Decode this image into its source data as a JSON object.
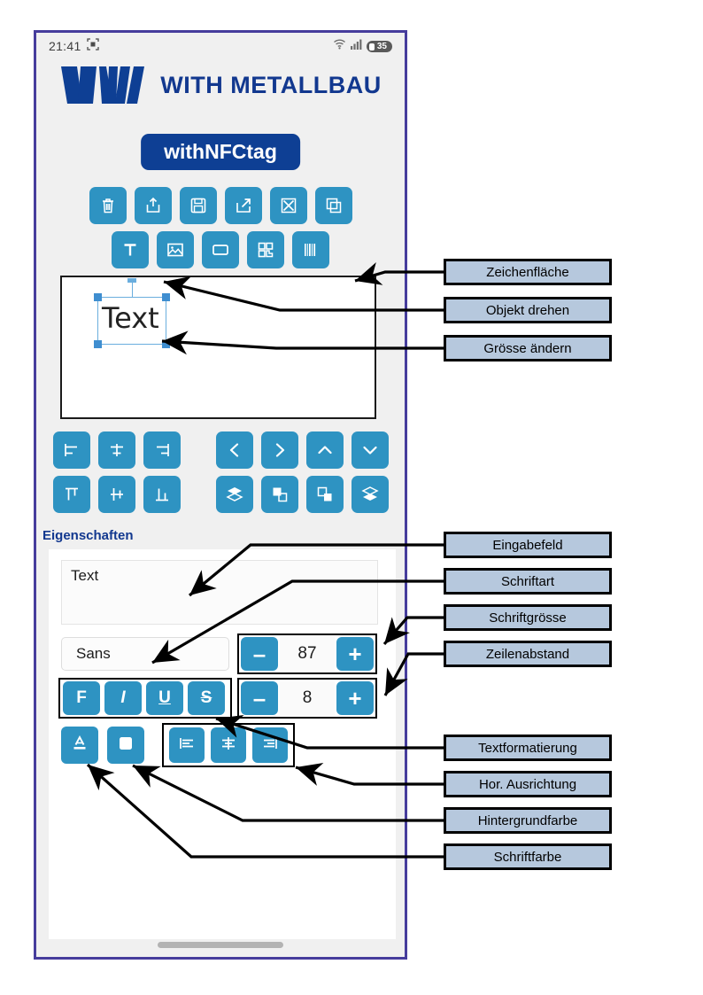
{
  "phone": {
    "status_bar": {
      "time": "21:41",
      "screenshot_icon": "screenshot-icon",
      "wifi_icon": "wifi-icon",
      "signal_icon": "signal-bars-icon",
      "battery_level": "35"
    },
    "home_indicator": "home-indicator"
  },
  "brand": {
    "logo_mark": "wm-logo-icon",
    "logo_text": "WITH METALLBAU",
    "logo_color": "#12388f"
  },
  "app": {
    "title": "withNFCtag",
    "title_bg": "#0e3f94",
    "accent": "#2e93c2"
  },
  "toolbar_rows": [
    {
      "name": "file-toolbar",
      "buttons": [
        {
          "name": "delete-button",
          "icon": "trash-icon"
        },
        {
          "name": "upload-button",
          "icon": "upload-icon"
        },
        {
          "name": "save-button",
          "icon": "floppy-disk-icon"
        },
        {
          "name": "send-button",
          "icon": "arrow-out-box-icon"
        },
        {
          "name": "clear-button",
          "icon": "x-box-icon"
        },
        {
          "name": "duplicate-button",
          "icon": "copy-icon"
        }
      ]
    },
    {
      "name": "insert-toolbar",
      "buttons": [
        {
          "name": "add-text-button",
          "icon": "text-t-icon"
        },
        {
          "name": "add-image-button",
          "icon": "image-icon"
        },
        {
          "name": "add-rect-button",
          "icon": "rectangle-icon"
        },
        {
          "name": "add-qr-button",
          "icon": "qr-code-icon"
        },
        {
          "name": "add-barcode-button",
          "icon": "barcode-icon"
        }
      ]
    }
  ],
  "align_rows": [
    {
      "name": "align-toolbar-row-1",
      "buttons": [
        {
          "name": "align-top-button",
          "icon": "align-top-icon"
        },
        {
          "name": "align-middle-button",
          "icon": "align-middle-icon"
        },
        {
          "name": "align-bottom-button",
          "icon": "align-bottom-icon"
        },
        {
          "name": "move-left-button",
          "icon": "chevron-left-icon"
        },
        {
          "name": "move-right-button",
          "icon": "chevron-right-icon"
        },
        {
          "name": "move-up-button",
          "icon": "chevron-up-icon"
        },
        {
          "name": "move-down-button",
          "icon": "chevron-down-icon"
        }
      ]
    },
    {
      "name": "align-toolbar-row-2",
      "buttons": [
        {
          "name": "align-left-edge-button",
          "icon": "align-left-vertical-icon"
        },
        {
          "name": "align-center-vertical-button",
          "icon": "align-center-vertical-icon"
        },
        {
          "name": "align-right-edge-button",
          "icon": "align-right-vertical-icon"
        },
        {
          "name": "bring-to-front-button",
          "icon": "layers-front-icon"
        },
        {
          "name": "bring-forward-button",
          "icon": "square-forward-icon"
        },
        {
          "name": "send-backward-button",
          "icon": "square-backward-icon"
        },
        {
          "name": "send-to-back-button",
          "icon": "layers-back-icon"
        }
      ]
    }
  ],
  "canvas": {
    "name": "drawing-canvas",
    "object_label": "Text",
    "selection_color": "#3f8ed0"
  },
  "properties": {
    "section_title": "Eigenschaften",
    "text_value": "Text",
    "text_placeholder": "Text",
    "font_value": "Sans",
    "font_size": "87",
    "line_spacing": "8",
    "minus_label": "–",
    "plus_label": "+",
    "format_buttons": [
      {
        "name": "bold-button",
        "label": "F"
      },
      {
        "name": "italic-button",
        "label": "I"
      },
      {
        "name": "underline-button",
        "label": "U"
      },
      {
        "name": "strikethrough-button",
        "label": "S"
      }
    ],
    "color_buttons": [
      {
        "name": "font-color-button",
        "icon": "font-color-icon"
      },
      {
        "name": "background-color-button",
        "icon": "background-color-icon"
      }
    ],
    "halign_buttons": [
      {
        "name": "text-align-left-button",
        "icon": "align-text-left-icon"
      },
      {
        "name": "text-align-center-button",
        "icon": "align-text-center-icon"
      },
      {
        "name": "text-align-right-button",
        "icon": "align-text-right-icon"
      }
    ]
  },
  "annotations": [
    {
      "name": "callout-zeichenflaeche",
      "label": "Zeichenfläche"
    },
    {
      "name": "callout-objekt-drehen",
      "label": "Objekt drehen"
    },
    {
      "name": "callout-groesse-aendern",
      "label": "Grösse ändern"
    },
    {
      "name": "callout-eingabefeld",
      "label": "Eingabefeld"
    },
    {
      "name": "callout-schriftart",
      "label": "Schriftart"
    },
    {
      "name": "callout-schriftgroesse",
      "label": "Schriftgrösse"
    },
    {
      "name": "callout-zeilenabstand",
      "label": "Zeilenabstand"
    },
    {
      "name": "callout-textformatierung",
      "label": "Textformatierung"
    },
    {
      "name": "callout-hor-ausrichtung",
      "label": "Hor. Ausrichtung"
    },
    {
      "name": "callout-hintergrundfarbe",
      "label": "Hintergrundfarbe"
    },
    {
      "name": "callout-schriftfarbe",
      "label": "Schriftfarbe"
    }
  ]
}
